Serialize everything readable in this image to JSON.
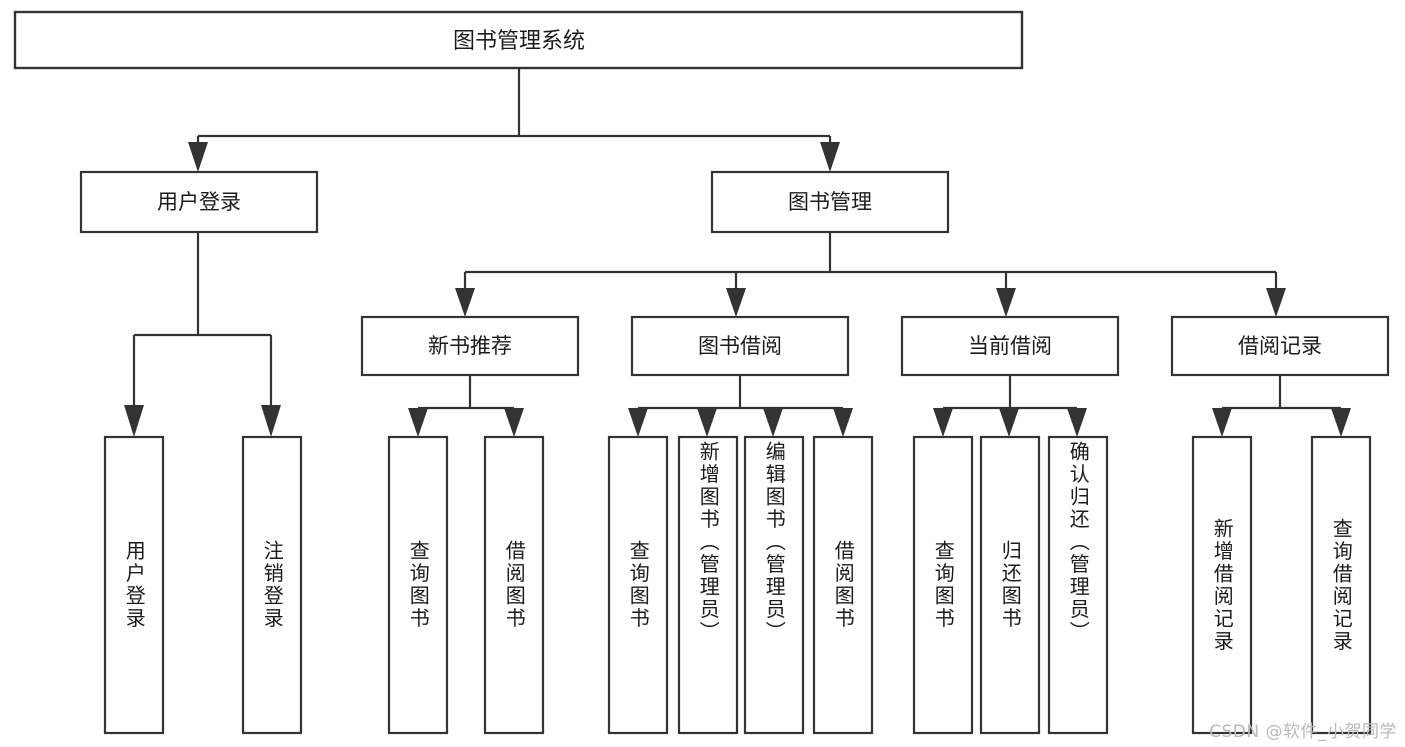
{
  "diagram": {
    "title": "图书管理系统",
    "type": "tree-hierarchy-chart",
    "orientation": "top-down",
    "colors": {
      "box_stroke": "#333333",
      "box_fill": "#ffffff",
      "connector": "#333333",
      "label_text": "#1b1b1b",
      "watermark_text": "#b9b9b9",
      "background": "#ffffff"
    }
  },
  "root": {
    "label": "图书管理系统"
  },
  "level2": [
    {
      "id": "user-login",
      "label": "用户登录"
    },
    {
      "id": "book-management",
      "label": "图书管理"
    }
  ],
  "level3": [
    {
      "id": "new-book-recommend",
      "label": "新书推荐",
      "parent": "book-management"
    },
    {
      "id": "book-borrow",
      "label": "图书借阅",
      "parent": "book-management"
    },
    {
      "id": "current-borrow",
      "label": "当前借阅",
      "parent": "book-management"
    },
    {
      "id": "borrow-record",
      "label": "借阅记录",
      "parent": "book-management"
    }
  ],
  "leaves": [
    {
      "id": "leaf-user-login",
      "label": "用户登录",
      "parent": "user-login"
    },
    {
      "id": "leaf-user-logout",
      "label": "注销登录",
      "parent": "user-login"
    },
    {
      "id": "leaf-query-book-1",
      "label": "查询图书",
      "parent": "new-book-recommend"
    },
    {
      "id": "leaf-borrow-book-1",
      "label": "借阅图书",
      "parent": "new-book-recommend"
    },
    {
      "id": "leaf-query-book-2",
      "label": "查询图书",
      "parent": "book-borrow"
    },
    {
      "id": "leaf-add-book",
      "label": "新增图书（管理员）",
      "parent": "book-borrow"
    },
    {
      "id": "leaf-edit-book",
      "label": "编辑图书（管理员）",
      "parent": "book-borrow"
    },
    {
      "id": "leaf-borrow-book-2",
      "label": "借阅图书",
      "parent": "book-borrow"
    },
    {
      "id": "leaf-query-book-3",
      "label": "查询图书",
      "parent": "current-borrow"
    },
    {
      "id": "leaf-return-book",
      "label": "归还图书",
      "parent": "current-borrow"
    },
    {
      "id": "leaf-confirm-return",
      "label": "确认归还（管理员）",
      "parent": "current-borrow"
    },
    {
      "id": "leaf-add-record",
      "label": "新增借阅记录",
      "parent": "borrow-record"
    },
    {
      "id": "leaf-query-record",
      "label": "查询借阅记录",
      "parent": "borrow-record"
    }
  ],
  "watermark": {
    "text": "CSDN @软件_小贺同学"
  }
}
